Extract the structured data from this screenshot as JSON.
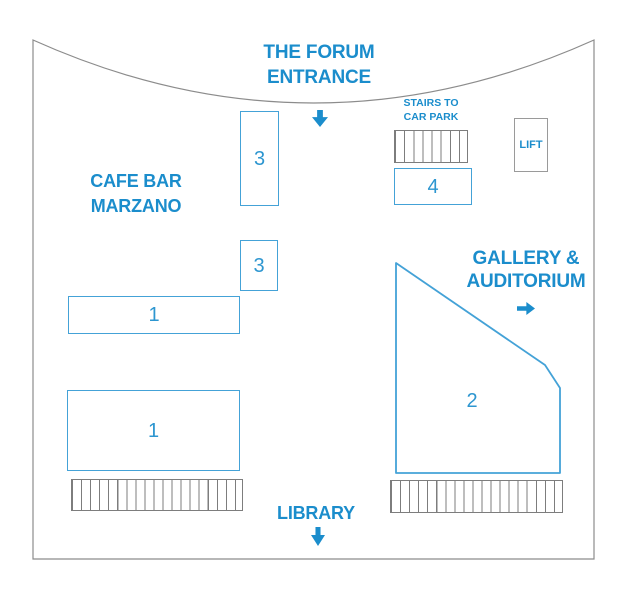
{
  "plan": {
    "entrance": {
      "line1": "THE FORUM",
      "line2": "ENTRANCE"
    },
    "cafe": {
      "line1": "CAFE BAR",
      "line2": "MARZANO"
    },
    "stairs_car_park": {
      "line1": "STAIRS TO",
      "line2": "CAR PARK"
    },
    "gallery": {
      "line1": "GALLERY &",
      "line2": "AUDITORIUM"
    },
    "library": {
      "label": "LIBRARY"
    },
    "lift": {
      "label": "LIFT"
    },
    "areas": {
      "stand_3_upper": "3",
      "stand_3_lower": "3",
      "stand_1_upper": "1",
      "stand_1_lower": "1",
      "stand_4": "4",
      "area_2": "2"
    },
    "colors": {
      "text_blue": "#1b8dcc",
      "outline_blue": "#44a2d7",
      "line_gray": "#8c8c8c",
      "hatch_gray": "#7d7d7d"
    }
  }
}
